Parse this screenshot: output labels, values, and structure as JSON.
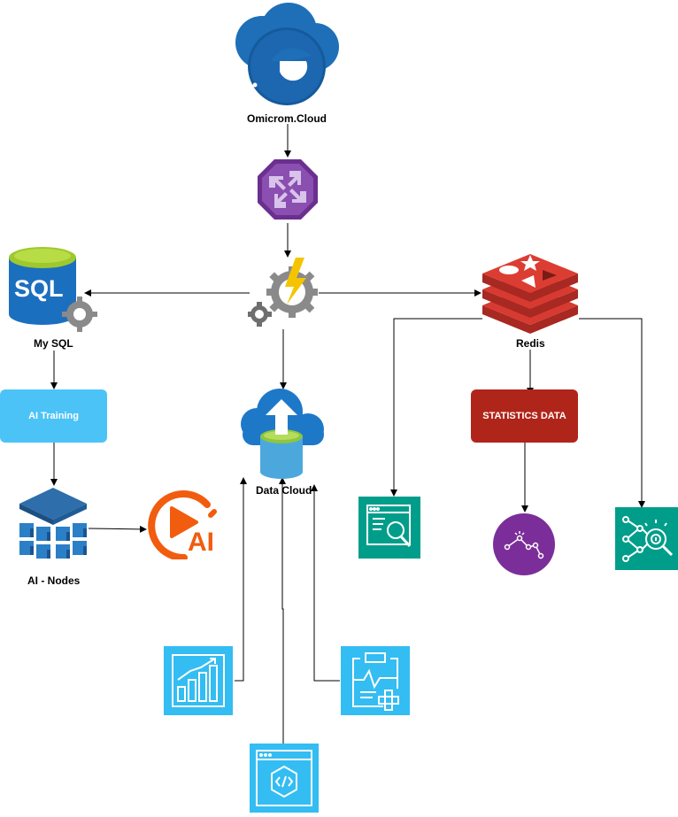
{
  "nodes": {
    "omicrom": {
      "label": "Omicrom.Cloud"
    },
    "mysql": {
      "label": "My SQL",
      "icon_text": "SQL"
    },
    "redis": {
      "label": "Redis"
    },
    "ai_training": {
      "label": "AI Training"
    },
    "statistics": {
      "label": "STATISTICS DATA"
    },
    "data_cloud": {
      "label": "Data Cloud"
    },
    "ai_nodes": {
      "label": "AI - Nodes"
    },
    "ai_logo": {
      "text": "AI"
    }
  },
  "colors": {
    "cloud_blue": "#1e6fb8",
    "router_purple": "#7b3fa0",
    "sql_blue": "#1b6fbf",
    "sql_green": "#9ec82d",
    "redis_red": "#c1332a",
    "ai_training_bg": "#4cc3f7",
    "statistics_bg": "#b0251a",
    "teal": "#009e8a",
    "purple_circle": "#7b2e99",
    "orange": "#f25c0f",
    "light_blue_icon": "#33bdf2"
  }
}
